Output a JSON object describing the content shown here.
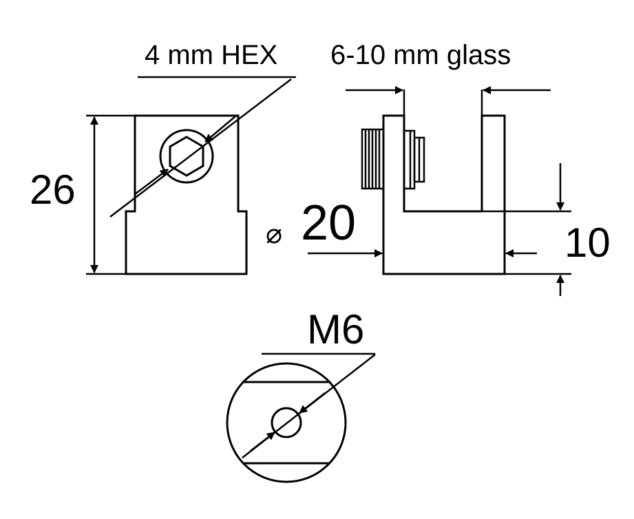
{
  "labels": {
    "hex": "4 mm HEX",
    "glass": "6-10 mm glass",
    "height": "26",
    "diameter": "20",
    "diameter_symbol": "⌀",
    "lip": "10",
    "thread": "M6"
  },
  "colors": {
    "stroke": "#000000",
    "background": "#ffffff"
  }
}
